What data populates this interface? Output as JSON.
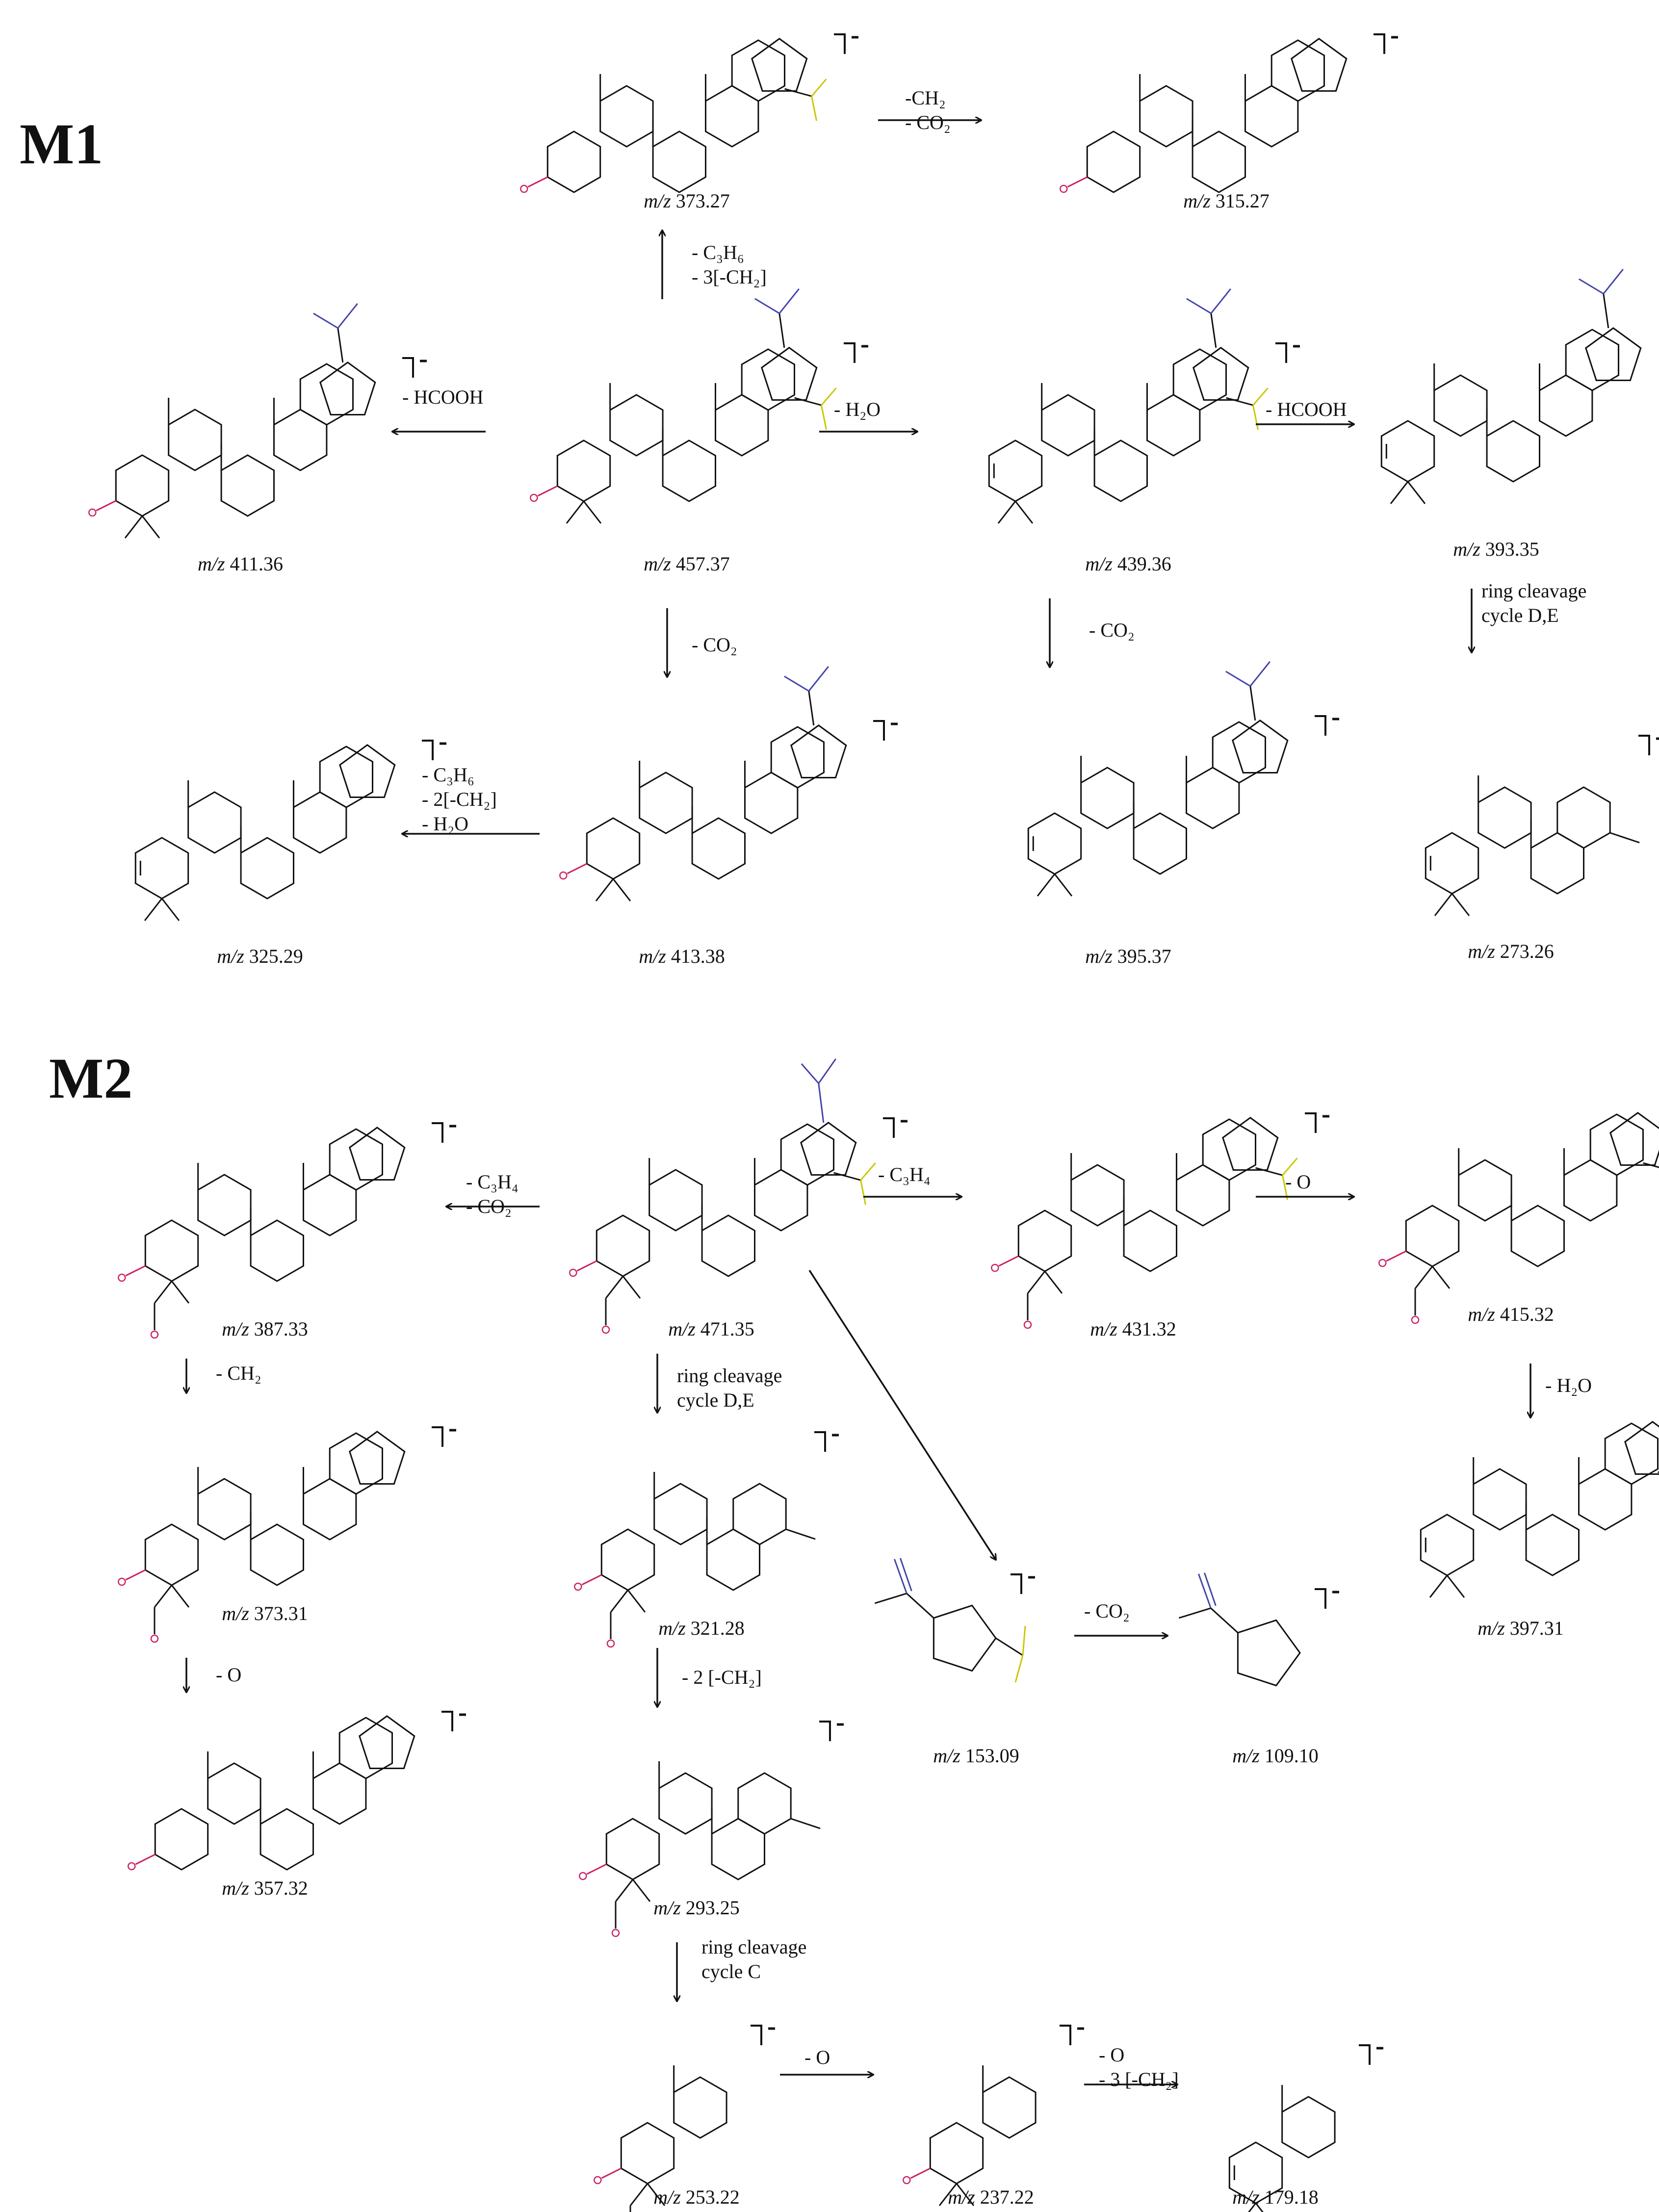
{
  "sections": [
    {
      "id": "m1",
      "title": "M1"
    },
    {
      "id": "m2",
      "title": "M2"
    }
  ],
  "compounds": [
    {
      "id": "c373_27",
      "mz": "373.27"
    },
    {
      "id": "c315_27",
      "mz": "315.27"
    },
    {
      "id": "c411_36",
      "mz": "411.36"
    },
    {
      "id": "c457_37",
      "mz": "457.37"
    },
    {
      "id": "c439_36",
      "mz": "439.36"
    },
    {
      "id": "c393_35",
      "mz": "393.35"
    },
    {
      "id": "c325_29",
      "mz": "325.29"
    },
    {
      "id": "c413_38",
      "mz": "413.38"
    },
    {
      "id": "c395_37",
      "mz": "395.37"
    },
    {
      "id": "c273_26",
      "mz": "273.26"
    },
    {
      "id": "c387_33",
      "mz": "387.33"
    },
    {
      "id": "c471_35",
      "mz": "471.35"
    },
    {
      "id": "c431_32",
      "mz": "431.32"
    },
    {
      "id": "c415_32",
      "mz": "415.32"
    },
    {
      "id": "c373_31",
      "mz": "373.31"
    },
    {
      "id": "c321_28",
      "mz": "321.28"
    },
    {
      "id": "c397_31",
      "mz": "397.31"
    },
    {
      "id": "c153_09",
      "mz": "153.09"
    },
    {
      "id": "c109_10",
      "mz": "109.10"
    },
    {
      "id": "c357_32",
      "mz": "357.32"
    },
    {
      "id": "c293_25",
      "mz": "293.25"
    },
    {
      "id": "c253_22",
      "mz": "253.22"
    },
    {
      "id": "c237_22",
      "mz": "237.22"
    },
    {
      "id": "c179_18",
      "mz": "179.18"
    }
  ],
  "mz_prefix": "m/z",
  "loss_labels": {
    "l1": [
      "-CH₂",
      "- CO₂"
    ],
    "l2": [
      "- C₃H₆",
      "- 3[-CH₂]"
    ],
    "l3": [
      "- HCOOH"
    ],
    "l4": [
      "- H₂O"
    ],
    "l5": [
      "- HCOOH"
    ],
    "l6": [
      "- CO₂"
    ],
    "l7": [
      "- CO₂"
    ],
    "l8": [
      "ring cleavage",
      "cycle D,E"
    ],
    "l9": [
      "- C₃H₆",
      "- 2[-CH₂]",
      "- H₂O"
    ],
    "l10": [
      "- C₃H₄",
      "- CO₂"
    ],
    "l11": [
      "- C₃H₄"
    ],
    "l12": [
      "- O"
    ],
    "l13": [
      "- CH₂"
    ],
    "l14": [
      "ring cleavage",
      "cycle D,E"
    ],
    "l15": [
      "- H₂O"
    ],
    "l16": [
      "- CO₂"
    ],
    "l17": [
      "- O"
    ],
    "l18": [
      "- 2 [-CH₂]"
    ],
    "l19": [
      "ring cleavage",
      "cycle C"
    ],
    "l20": [
      "- O"
    ],
    "l21": [
      "- O",
      "- 3 [-CH₂]"
    ]
  },
  "atom_colors": {
    "oxygen_carbonyl": "#c8c800",
    "oxygen_hydroxyl": "#cc2266",
    "isopropyl": "#4444aa"
  }
}
